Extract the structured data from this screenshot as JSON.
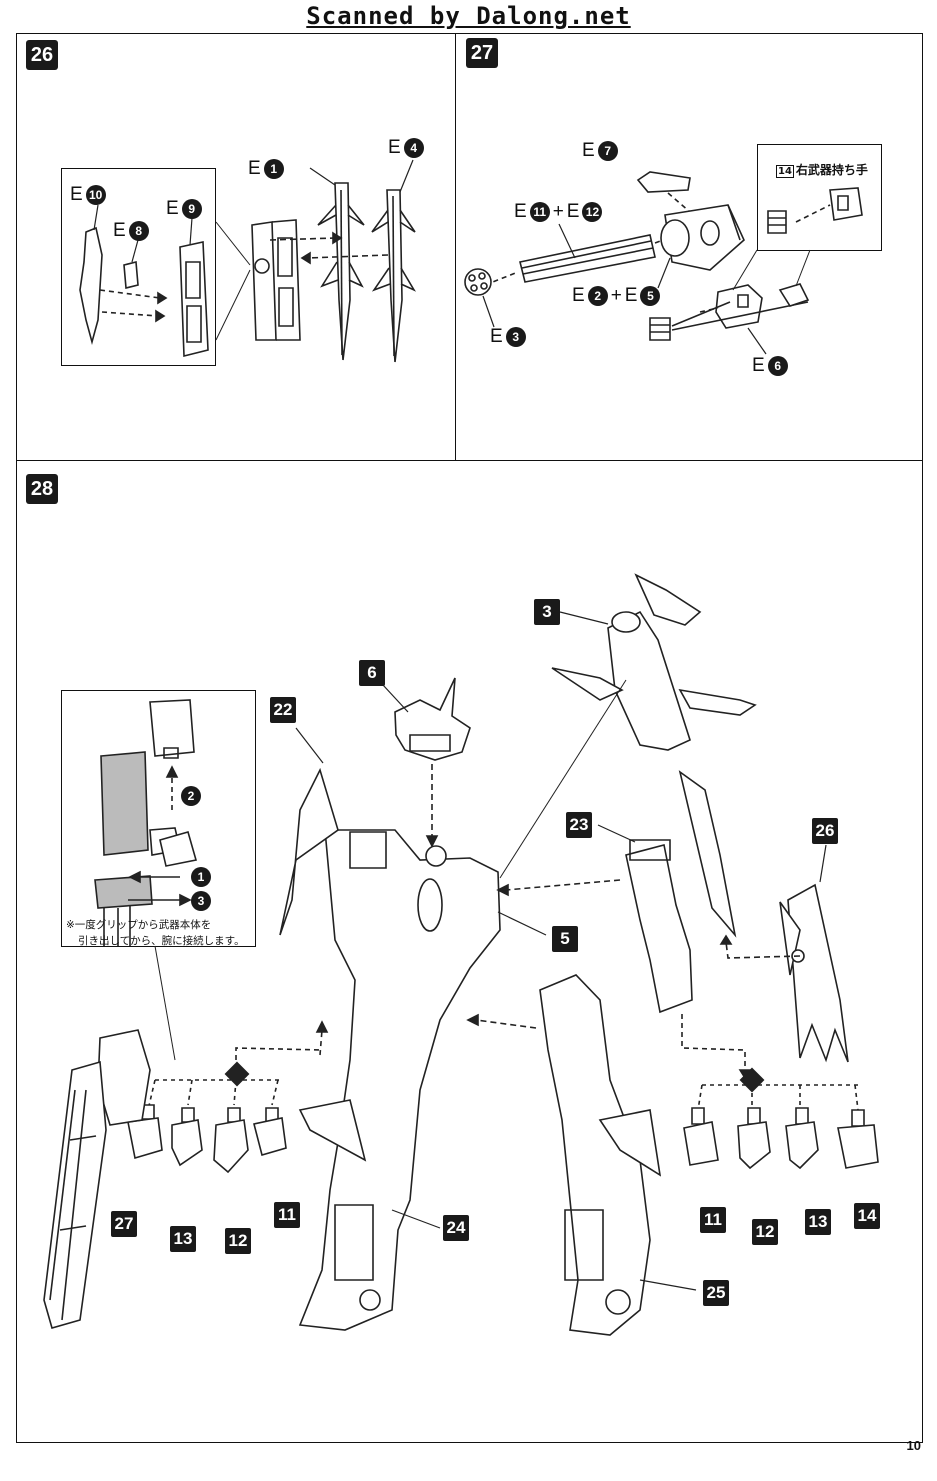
{
  "header": "Scanned by Dalong.net",
  "page_number": "10",
  "steps": {
    "s26": "26",
    "s27": "27",
    "s28": "28"
  },
  "step26": {
    "parts": [
      {
        "letter": "E",
        "num": "1"
      },
      {
        "letter": "E",
        "num": "4"
      },
      {
        "letter": "E",
        "num": "10"
      },
      {
        "letter": "E",
        "num": "8"
      },
      {
        "letter": "E",
        "num": "9"
      }
    ]
  },
  "step27": {
    "parts": [
      {
        "letter": "E",
        "num": "7"
      },
      {
        "letter": "E",
        "num": "11",
        "plus": "+",
        "letter2": "E",
        "num2": "12"
      },
      {
        "letter": "E",
        "num": "2",
        "plus": "+",
        "letter2": "E",
        "num2": "5"
      },
      {
        "letter": "E",
        "num": "3"
      },
      {
        "letter": "E",
        "num": "6"
      }
    ],
    "hand_num": "14",
    "hand_label": "右武器持ち手"
  },
  "step28": {
    "callouts": [
      "3",
      "6",
      "22",
      "23",
      "26",
      "5",
      "24",
      "25"
    ],
    "left_hands": [
      "27",
      "13",
      "12",
      "11"
    ],
    "right_hands": [
      "11",
      "12",
      "13",
      "14"
    ],
    "inset_steps": [
      "2",
      "1",
      "3"
    ],
    "note_line1": "※一度グリップから武器本体を",
    "note_line2": "引き出してから、腕に接続します。"
  }
}
